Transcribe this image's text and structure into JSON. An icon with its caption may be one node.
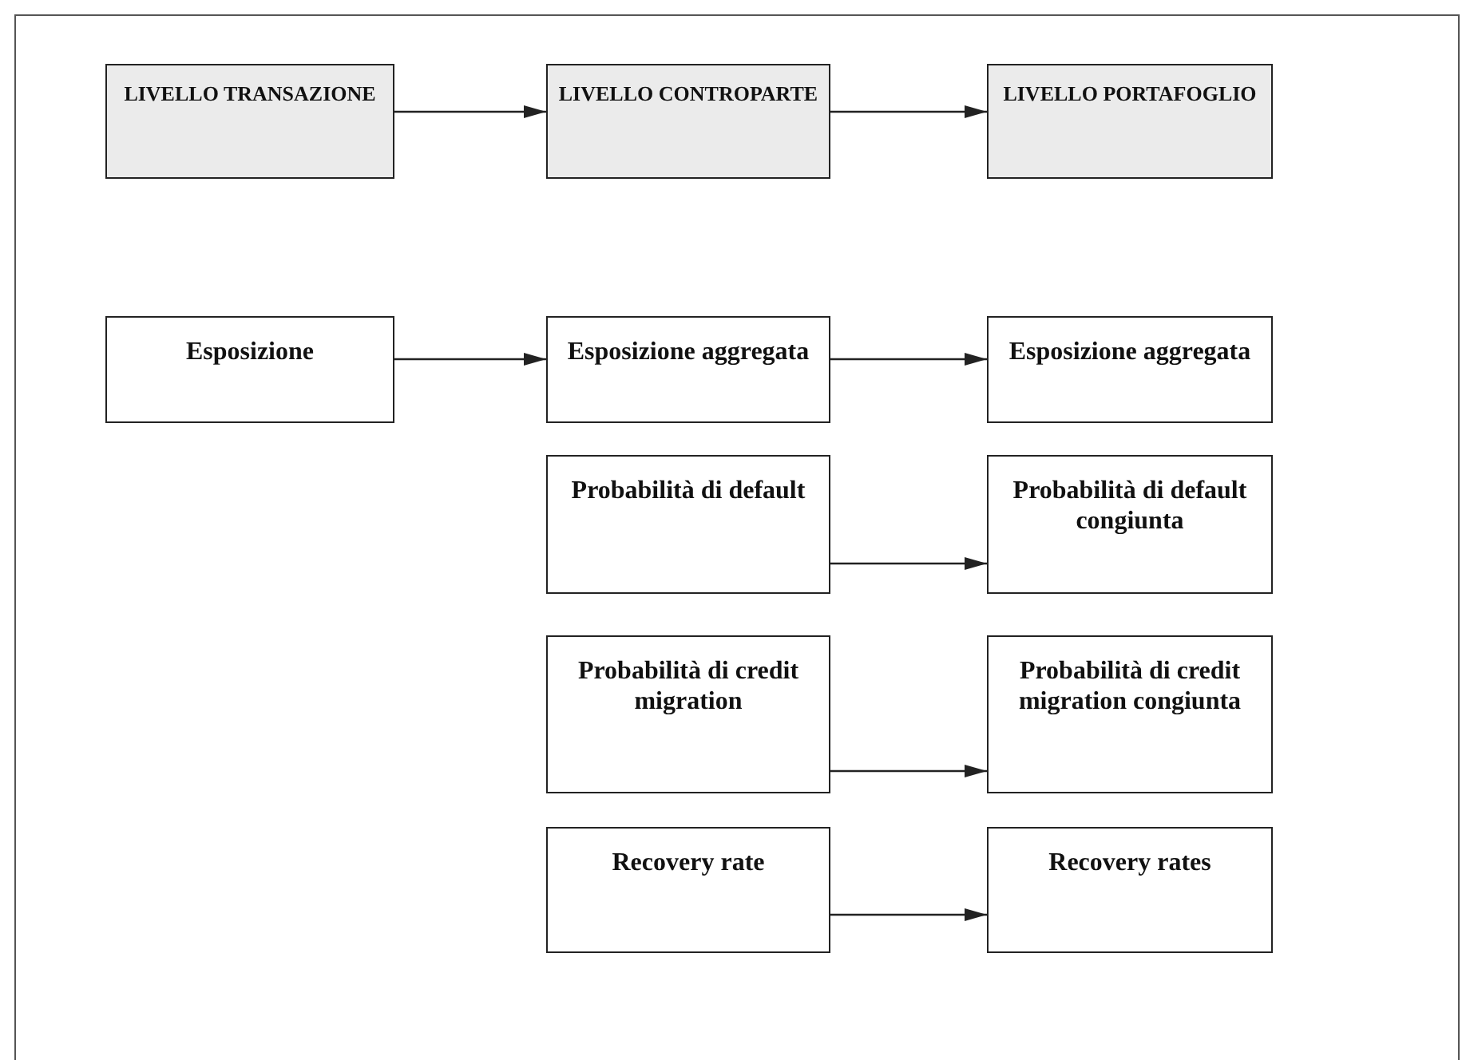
{
  "diagram": {
    "nodes": [
      {
        "text": [
          "LIVELLO TRANSAZIONE"
        ]
      },
      {
        "text": [
          "LIVELLO CONTROPARTE"
        ]
      },
      {
        "text": [
          "LIVELLO PORTAFOGLIO"
        ]
      },
      {
        "text": [
          "Esposizione"
        ]
      },
      {
        "text": [
          "Esposizione aggregata"
        ]
      },
      {
        "text": [
          "Esposizione aggregata"
        ]
      },
      {
        "text": [
          "Probabilità di default"
        ]
      },
      {
        "text": [
          "Probabilità di default congiunta"
        ]
      },
      {
        "text": [
          "Probabilità di credit migration"
        ]
      },
      {
        "text": [
          "Probabilità di credit migration congiunta"
        ]
      },
      {
        "text": [
          "Recovery rate"
        ]
      },
      {
        "text": [
          "Recovery rates"
        ]
      }
    ],
    "edges": [
      {
        "from": 0,
        "to": 1,
        "arrow": "to"
      },
      {
        "from": 1,
        "to": 2,
        "arrow": "to"
      },
      {
        "from": 3,
        "to": 4,
        "arrow": "to"
      },
      {
        "from": 4,
        "to": 5,
        "arrow": "to"
      },
      {
        "from": 6,
        "to": 7,
        "arrow": "to"
      },
      {
        "from": 8,
        "to": 9,
        "arrow": "to"
      },
      {
        "from": 10,
        "to": 11,
        "arrow": "to"
      }
    ]
  }
}
